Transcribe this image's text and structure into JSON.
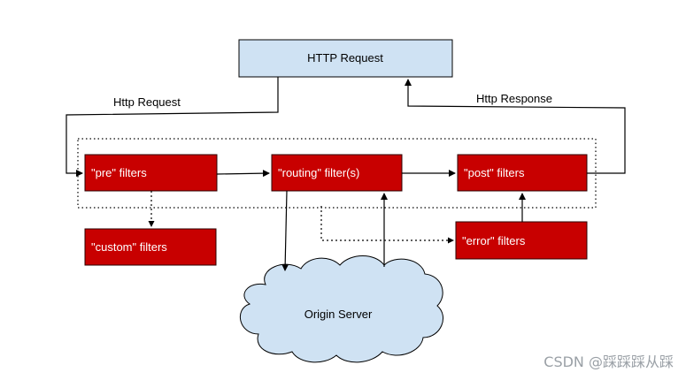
{
  "colors": {
    "filter_fill": "#c80000",
    "filter_stroke": "#2b0000",
    "request_fill": "#cfe2f3",
    "cloud_fill": "#cfe2f3",
    "line": "#000000"
  },
  "nodes": {
    "http_request": "HTTP Request",
    "pre": "\"pre\" filters",
    "routing": "\"routing\" filter(s)",
    "post": "\"post\" filters",
    "custom": "\"custom\" filters",
    "error": "\"error\" filters",
    "origin": "Origin Server"
  },
  "edges": {
    "http_request_label": "Http Request",
    "http_response_label": "Http Response"
  },
  "watermark": "CSDN @踩踩踩从踩"
}
